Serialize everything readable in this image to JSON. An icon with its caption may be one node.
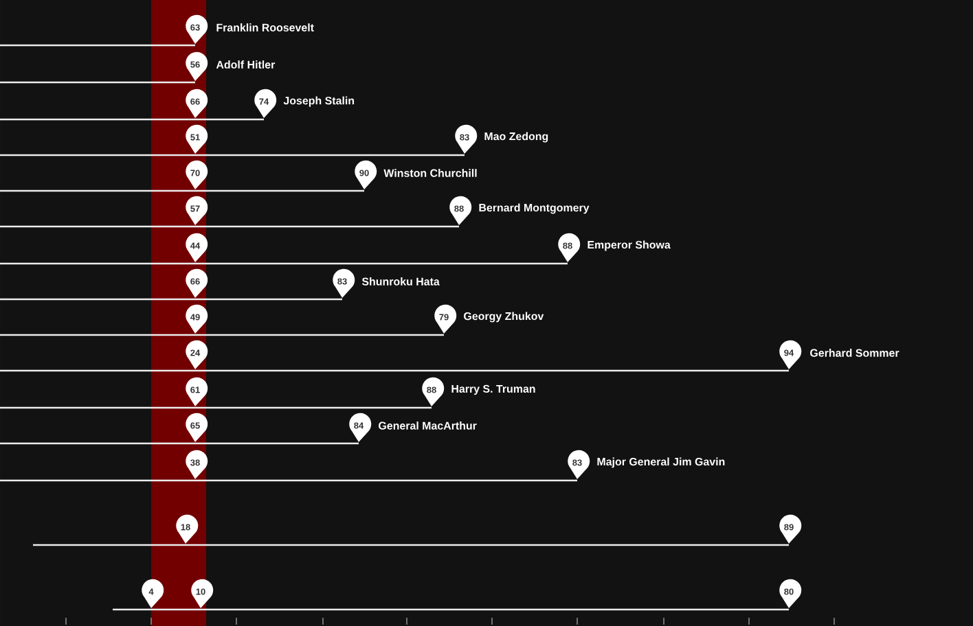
{
  "diagram": {
    "labels": [
      "63",
      "Franklin Roosevelt",
      "56",
      "Adolf Hitler",
      "66",
      "74",
      "Joseph Stalin",
      "51",
      "83",
      "Mao Zedong",
      "70",
      "90",
      "Winston Churchill",
      "57",
      "88",
      "Bernard Montgomery",
      "44",
      "88",
      "Emperor Showa",
      "66",
      "83",
      "Shunroku Hata",
      "49",
      "79",
      "Georgy Zhukov",
      "24",
      "94",
      "Gerhard Sommer",
      "61",
      "88",
      "Harry S. Truman",
      "65",
      "84",
      "General MacArthur",
      "38",
      "83",
      "Major General Jim Gavin",
      "18",
      "89",
      "4",
      "10",
      "80"
    ]
  }
}
